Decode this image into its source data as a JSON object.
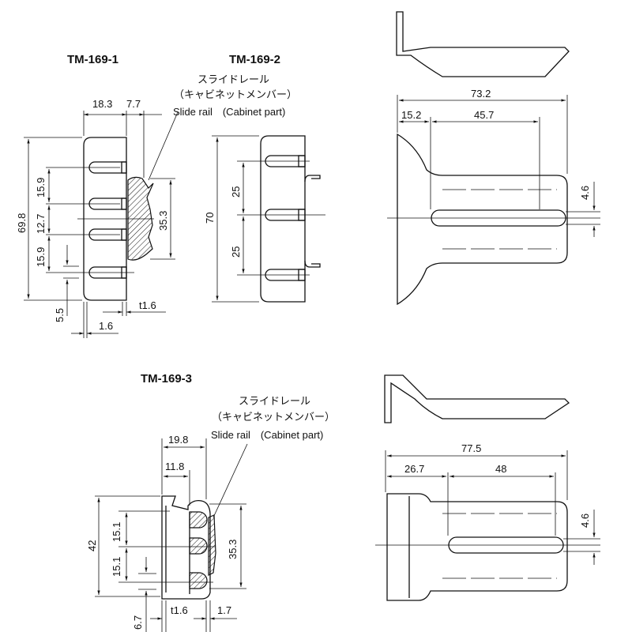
{
  "views": {
    "tm1": {
      "title": "TM-169-1",
      "dims": {
        "w1": "18.3",
        "w2": "7.7",
        "h": "69.8",
        "p1": "15.9",
        "p2": "12.7",
        "p3": "15.9",
        "rail": "35.3",
        "offset": "5.5",
        "t": "t1.6",
        "b": "1.6"
      }
    },
    "tm2": {
      "title": "TM-169-2",
      "dims": {
        "h": "70",
        "p1": "25",
        "p2": "25"
      }
    },
    "tm3": {
      "title": "TM-169-3",
      "dims": {
        "w1": "19.8",
        "w2": "11.8",
        "h": "42",
        "p1": "15.1",
        "p2": "15.1",
        "rail": "35.3",
        "offset": "6.7",
        "t": "t1.6",
        "g": "1.7"
      }
    },
    "plan12": {
      "dims": {
        "total": "73.2",
        "a": "15.2",
        "b": "45.7",
        "slot": "4.6"
      }
    },
    "plan3": {
      "dims": {
        "total": "77.5",
        "a": "26.7",
        "b": "48",
        "slot": "4.6"
      }
    }
  },
  "notes": {
    "jp1": "スライドレール",
    "jp2": "（キャビネットメンバー）",
    "en": "Slide rail　(Cabinet part)"
  }
}
